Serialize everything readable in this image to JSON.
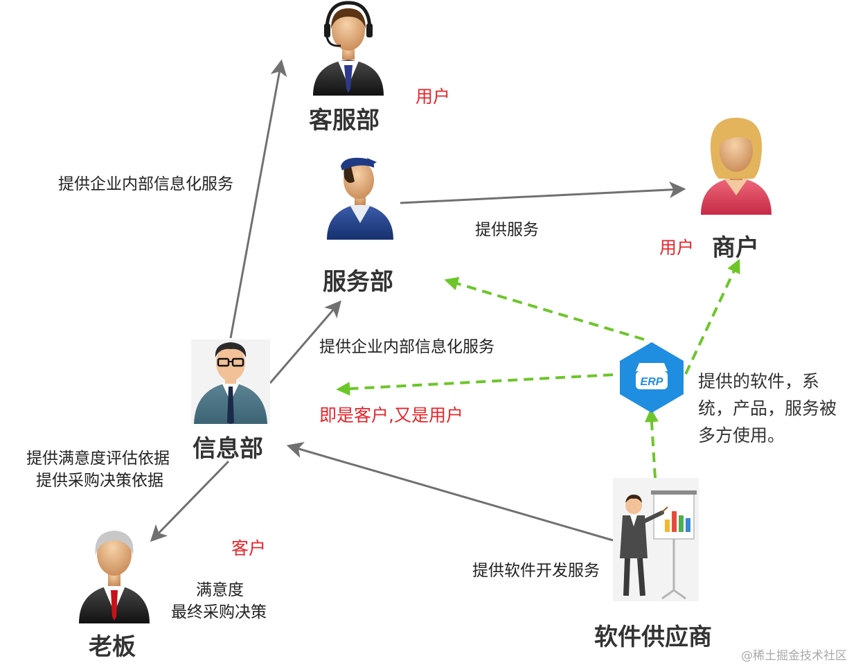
{
  "nodes": {
    "kefubu": "客服部",
    "fuwubu": "服务部",
    "shanghu": "商户",
    "xinxibu": "信息部",
    "laoban": "老板",
    "software_supplier": "软件供应商"
  },
  "edge_labels": {
    "xinxi_to_kefu": "提供企业内部信息化服务",
    "fuwu_to_shanghu": "提供服务",
    "xinxi_to_fuwu": "提供企业内部信息化服务",
    "xinxi_to_laoban_line1": "提供满意度评估依据",
    "xinxi_to_laoban_line2": "提供采购决策依据",
    "laoban_note_line1": "满意度",
    "laoban_note_line2": "最终采购决策",
    "supplier_to_xinxi": "提供软件开发服务"
  },
  "roles": {
    "kefu_role": "用户",
    "shanghu_role": "用户",
    "xinxi_role": "即是客户,又是用户",
    "laoban_role": "客户"
  },
  "erp": {
    "badge": "ERP",
    "description": "提供的软件，系统，产品，服务被多方使用。"
  },
  "watermark": "@稀土掘金技术社区",
  "colors": {
    "solid_arrow": "#707070",
    "dashed_arrow": "#6cc62a",
    "role_text": "#e8242a",
    "erp_blue": "#1f8de0"
  }
}
